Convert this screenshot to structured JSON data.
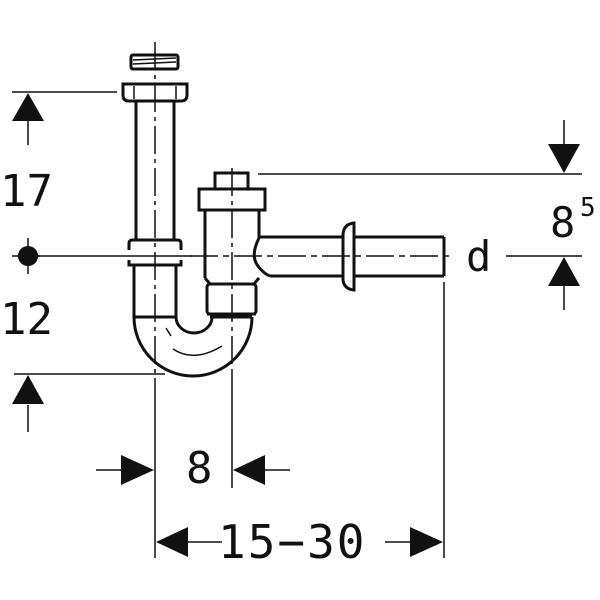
{
  "diagram": {
    "type": "technical-drawing",
    "subject": "siphon-trap-dimensions",
    "colors": {
      "line": "#111111",
      "background": "#ffffff"
    },
    "dimensions": {
      "upper_height": "17",
      "lower_height": "12",
      "outlet_height_base": "8",
      "outlet_height_sup": "5",
      "outlet_diameter": "d",
      "trap_offset": "8",
      "horizontal_range": "15−30"
    }
  }
}
